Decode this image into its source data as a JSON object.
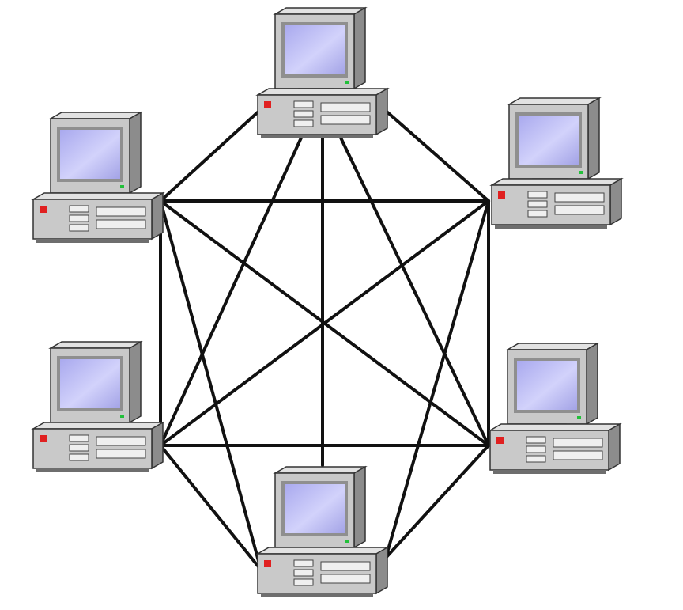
{
  "diagram": {
    "type": "mesh-network-topology",
    "node_icon": "desktop-computer-icon",
    "nodes": [
      {
        "id": "top"
      },
      {
        "id": "upper-left"
      },
      {
        "id": "upper-right"
      },
      {
        "id": "lower-left"
      },
      {
        "id": "lower-right"
      },
      {
        "id": "bottom"
      }
    ],
    "links": [
      [
        "top",
        "upper-left"
      ],
      [
        "top",
        "upper-right"
      ],
      [
        "top",
        "lower-left"
      ],
      [
        "top",
        "lower-right"
      ],
      [
        "top",
        "bottom"
      ],
      [
        "upper-left",
        "upper-right"
      ],
      [
        "upper-left",
        "lower-left"
      ],
      [
        "upper-left",
        "lower-right"
      ],
      [
        "upper-left",
        "bottom"
      ],
      [
        "upper-right",
        "lower-left"
      ],
      [
        "upper-right",
        "lower-right"
      ],
      [
        "upper-right",
        "bottom"
      ],
      [
        "lower-left",
        "lower-right"
      ],
      [
        "lower-left",
        "bottom"
      ],
      [
        "lower-right",
        "bottom"
      ]
    ],
    "colors": {
      "link": "#111111",
      "case": "#c8c8c8",
      "case_shade": "#8a8a8a",
      "screen": "#b9b9f2",
      "power_led": "#e02020",
      "screen_led": "#22c03a"
    }
  }
}
